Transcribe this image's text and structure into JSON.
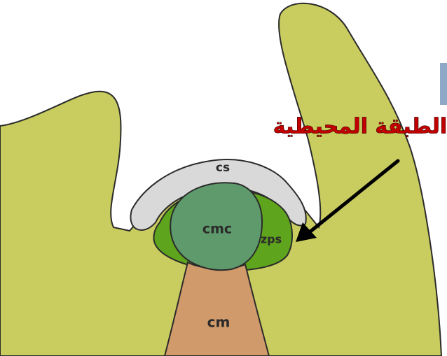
{
  "labels": {
    "cs": "cs",
    "cmc": "cmc",
    "zps": "zps",
    "cm": "cm",
    "annotation": "الطبقة المحيطية"
  },
  "colors": {
    "tissue": "#c9cc5e",
    "cs": "#d9d9d9",
    "cmc": "#5e9a6c",
    "zps": "#5ea41c",
    "cm": "#d19a6a",
    "outline": "#2b2b2b",
    "annotation_text": "#c00000",
    "arrow": "#000000"
  }
}
